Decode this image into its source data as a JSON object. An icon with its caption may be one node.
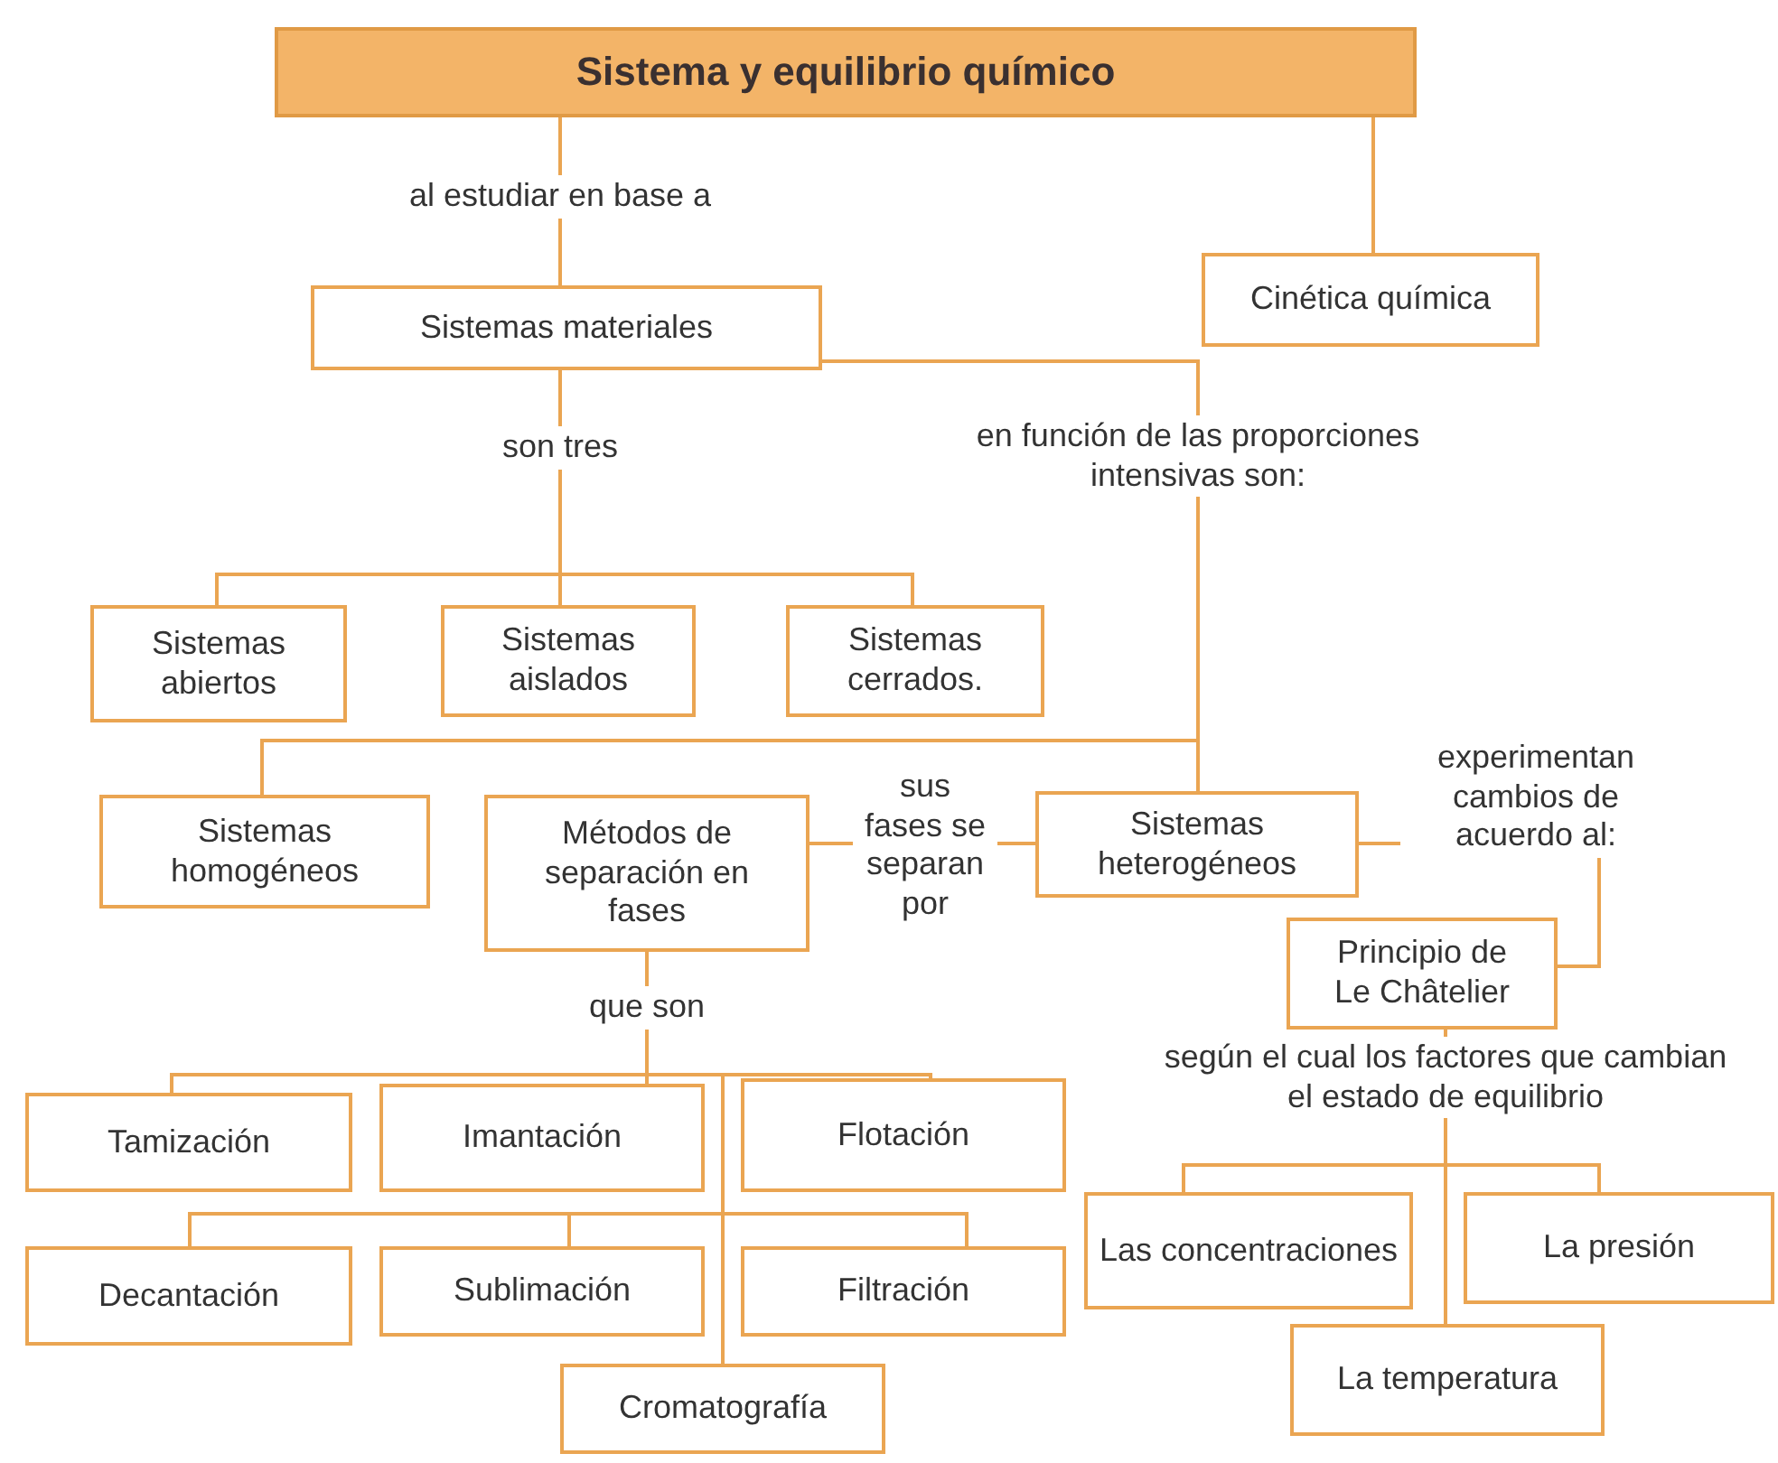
{
  "diagram": {
    "nodes": [
      {
        "text": [
          "Sistema y equilibrio químico"
        ]
      },
      {
        "text": [
          "Sistemas materiales"
        ]
      },
      {
        "text": [
          "Cinética química"
        ]
      },
      {
        "text": [
          "Sistemas abiertos"
        ]
      },
      {
        "text": [
          "Sistemas aislados"
        ]
      },
      {
        "text": [
          "Sistemas cerrados."
        ]
      },
      {
        "text": [
          "Sistemas homogéneos"
        ]
      },
      {
        "text": [
          "Métodos de separación en fases"
        ]
      },
      {
        "text": [
          "Sistemas heterogéneos"
        ]
      },
      {
        "text": [
          "Principio de Le Châtelier"
        ]
      },
      {
        "text": [
          "Tamización"
        ]
      },
      {
        "text": [
          "Imantación"
        ]
      },
      {
        "text": [
          "Flotación"
        ]
      },
      {
        "text": [
          "Decantación"
        ]
      },
      {
        "text": [
          "Sublimación"
        ]
      },
      {
        "text": [
          "Filtración"
        ]
      },
      {
        "text": [
          "Cromatografía"
        ]
      },
      {
        "text": [
          "Las concentraciones"
        ]
      },
      {
        "text": [
          "La presión"
        ]
      },
      {
        "text": [
          "La temperatura"
        ]
      }
    ],
    "edges": [
      {
        "from": 0,
        "to": 1,
        "arrow": "none",
        "label": "al estudiar en base a"
      },
      {
        "from": 0,
        "to": 2,
        "arrow": "none"
      },
      {
        "from": 1,
        "to": 3,
        "arrow": "none"
      },
      {
        "from": 1,
        "to": 4,
        "arrow": "none",
        "label": "son tres"
      },
      {
        "from": 1,
        "to": 5,
        "arrow": "none"
      },
      {
        "from": 1,
        "to": 6,
        "arrow": "none"
      },
      {
        "from": 1,
        "to": 8,
        "arrow": "none",
        "label": "en función de las proporciones intensivas son:"
      },
      {
        "from": 8,
        "to": 7,
        "arrow": "none",
        "label": "sus fases se separan por"
      },
      {
        "from": 8,
        "to": 9,
        "arrow": "none",
        "label": "experimentan cambios de acuerdo al:"
      },
      {
        "from": 7,
        "to": 10,
        "arrow": "none"
      },
      {
        "from": 7,
        "to": 11,
        "arrow": "none",
        "label": "que son"
      },
      {
        "from": 7,
        "to": 12,
        "arrow": "none"
      },
      {
        "from": 7,
        "to": 13,
        "arrow": "none"
      },
      {
        "from": 7,
        "to": 14,
        "arrow": "none"
      },
      {
        "from": 7,
        "to": 15,
        "arrow": "none"
      },
      {
        "from": 7,
        "to": 16,
        "arrow": "none"
      },
      {
        "from": 9,
        "to": 17,
        "arrow": "none"
      },
      {
        "from": 9,
        "to": 18,
        "arrow": "none"
      },
      {
        "from": 9,
        "to": 19,
        "arrow": "none",
        "label": "según el cual los factores que cambian el estado de equilibrio"
      }
    ]
  }
}
